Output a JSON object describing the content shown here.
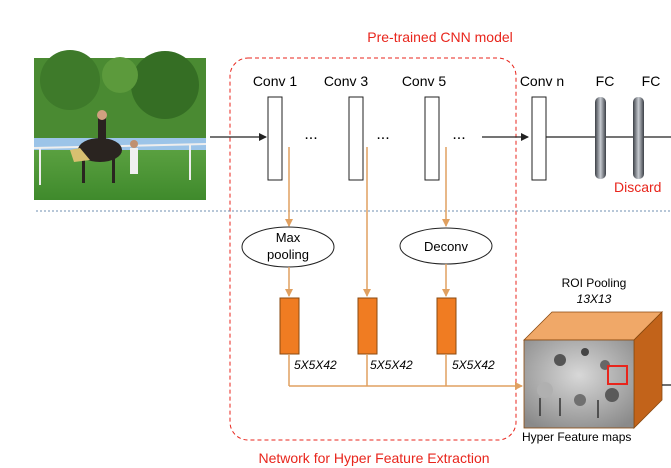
{
  "title": "Pre-trained CNN model",
  "subtitle": "Network for Hyper Feature Extraction",
  "layers": {
    "conv1": "Conv 1",
    "conv3": "Conv 3",
    "conv5": "Conv 5",
    "convn": "Conv n",
    "fc1": "FC",
    "fc2": "FC",
    "ellipsis": "..."
  },
  "discard_label": "Discard",
  "ops": {
    "max_pooling_line1": "Max",
    "max_pooling_line2": "pooling",
    "deconv": "Deconv"
  },
  "feature_dims": {
    "a": "5X5X42",
    "b": "5X5X42",
    "c": "5X5X42"
  },
  "roi": {
    "title": "ROI Pooling",
    "size": "13X13"
  },
  "hyper_feature_label": "Hyper Feature maps",
  "colors": {
    "accent_red": "#e8251c",
    "arrow_orange": "#e0a060",
    "block_orange": "#f07c22",
    "cube_orange": "#e37a1c",
    "fc_gray": "#8a8f98"
  }
}
